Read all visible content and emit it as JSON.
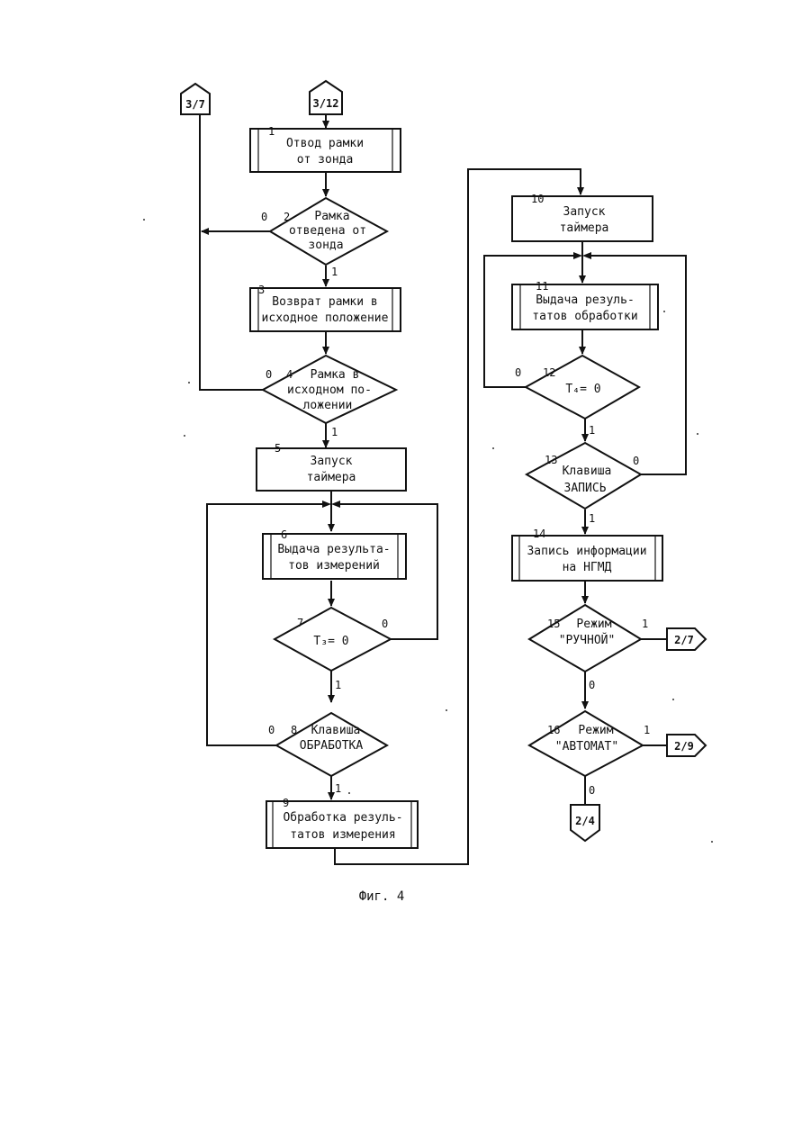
{
  "connectors": {
    "c37": "3/7",
    "c312": "3/12",
    "c27": "2/7",
    "c29": "2/9",
    "c24": "2/4"
  },
  "blocks": {
    "b1": {
      "num": "1",
      "lines": [
        "Отвод рамки",
        "от зонда"
      ]
    },
    "b2": {
      "num": "2",
      "lines": [
        "Рамка",
        "отведена от",
        "зонда"
      ]
    },
    "b3": {
      "num": "3",
      "lines": [
        "Возврат рамки в",
        "исходное положение"
      ]
    },
    "b4": {
      "num": "4",
      "lines": [
        "Рамка в",
        "исходном по-",
        "ложении"
      ]
    },
    "b5": {
      "num": "5",
      "lines": [
        "Запуск",
        "таймера"
      ]
    },
    "b6": {
      "num": "6",
      "lines": [
        "Выдача результа-",
        "тов измерений"
      ]
    },
    "b7": {
      "num": "7",
      "lines": [
        "T₃= 0"
      ]
    },
    "b8": {
      "num": "8",
      "lines": [
        "Клавиша",
        "ОБРАБОТКА"
      ]
    },
    "b9": {
      "num": "9",
      "lines": [
        "Обработка резуль-",
        "татов измерения"
      ]
    },
    "b10": {
      "num": "10",
      "lines": [
        "Запуск",
        "таймера"
      ]
    },
    "b11": {
      "num": "11",
      "lines": [
        "Выдача резуль-",
        "татов обработки"
      ]
    },
    "b12": {
      "num": "12",
      "lines": [
        "T₄= 0"
      ]
    },
    "b13": {
      "num": "13",
      "lines": [
        "Клавиша",
        "ЗАПИСЬ"
      ]
    },
    "b14": {
      "num": "14",
      "lines": [
        "Запись информации",
        "на НГМД"
      ]
    },
    "b15": {
      "num": "15",
      "lines": [
        "Режим",
        "\"РУЧНОЙ\""
      ]
    },
    "b16": {
      "num": "16",
      "lines": [
        "Режим",
        "\"АВТОМАТ\""
      ]
    }
  },
  "branch_labels": {
    "b2_no": "0",
    "b2_yes": "1",
    "b4_no": "0",
    "b4_yes": "1",
    "b7_no": "0",
    "b7_yes": "1",
    "b8_no": "0",
    "b8_yes": "1",
    "b12_no": "0",
    "b12_yes": "1",
    "b13_no": "0",
    "b13_yes": "1",
    "b15_yes": "1",
    "b15_no": "0",
    "b16_yes": "1",
    "b16_no": "0"
  },
  "caption": "Фиг. 4"
}
